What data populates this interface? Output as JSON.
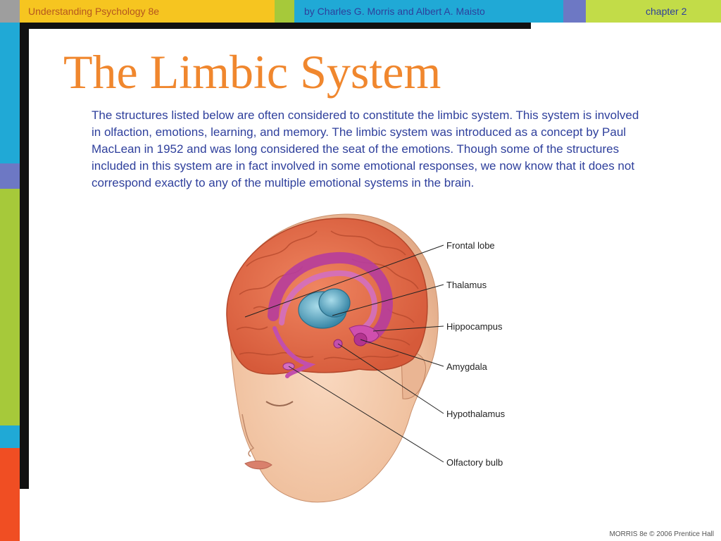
{
  "header": {
    "book_title": "Understanding Psychology",
    "edition": "8e",
    "authors": "by Charles G. Morris and Albert A. Maisto",
    "chapter": "chapter 2"
  },
  "slide": {
    "title": "The Limbic System",
    "body": "The structures listed below are often considered to constitute the limbic system. This system is involved in olfaction, emotions, learning, and memory. The limbic system was introduced as a concept by Paul MacLean in 1952 and was long considered the seat of the emotions. Though some of the structures included in this system are in fact involved in some emotional responses, we now know that it does not correspond exactly to any of the multiple emotional systems in the brain."
  },
  "figure": {
    "labels": {
      "frontal_lobe": "Frontal lobe",
      "thalamus": "Thalamus",
      "hippocampus": "Hippocampus",
      "amygdala": "Amygdala",
      "hypothalamus": "Hypothalamus",
      "olfactory_bulb": "Olfactory bulb"
    }
  },
  "footer": {
    "copyright": "MORRIS 8e © 2006 Prentice Hall"
  },
  "colors": {
    "title": "#f0872e",
    "body_text": "#2e3f9c",
    "header_cyan": "#20a9d6",
    "header_yellow": "#f6c520",
    "header_green": "#a6c93a",
    "header_purple": "#6d78c4",
    "strip_red": "#f04e23"
  }
}
